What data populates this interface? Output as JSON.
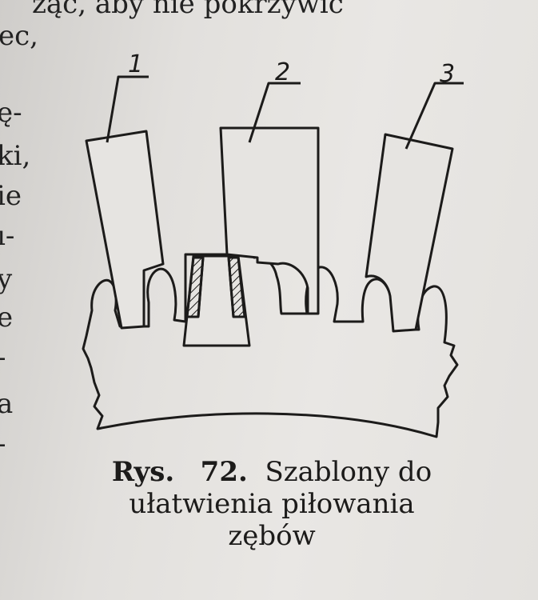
{
  "top_fragment": {
    "line1": "żąc, aby nie pokrzywić",
    "line2": "ec,"
  },
  "margin_fragments": [
    "ę-",
    "ki,",
    "ie",
    "ı-",
    "y",
    "e",
    "-",
    "a",
    "-"
  ],
  "figure": {
    "labels": [
      "1",
      "2",
      "3"
    ]
  },
  "caption": {
    "prefix": "Rys.",
    "number": "72.",
    "title_line1": "Szablony do",
    "title_line2": "ułatwienia piłowania",
    "title_line3": "zębów"
  }
}
